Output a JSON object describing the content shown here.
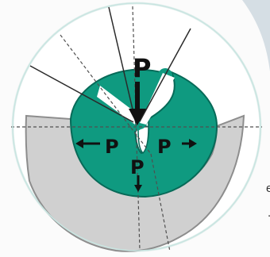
{
  "labels": {
    "top_load": "P",
    "left_force": "P",
    "right_force": "P",
    "bottom_force": "P"
  },
  "margin_text": {
    "line_1": "e",
    "line_2": "."
  },
  "colors": {
    "background": "#fbfbfb",
    "circle_fill": "#ffffff",
    "circle_stroke": "#c8e5e1",
    "outer_ring_stroke": "#e4efed",
    "gray_sector_fill": "#d0d0d0",
    "gray_sector_stroke": "#8d8d8d",
    "teal_fill": "#0f9a80",
    "teal_stroke": "#076a58",
    "line_color": "#2a2a2a",
    "dash_color": "#4f4f4f",
    "arrow_color": "#111111",
    "edge_shadow": "#b7c6d2"
  },
  "icons": {
    "top_arrow": "downward-arrow-icon",
    "left_arrow": "left-arrow-icon",
    "right_arrow": "right-arrow-icon",
    "bottom_arrow": "downward-arrow-icon"
  }
}
